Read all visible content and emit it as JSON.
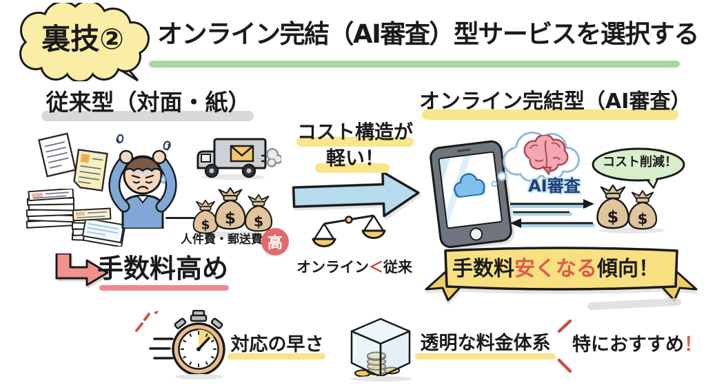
{
  "header": {
    "badge": "裏技②",
    "title": "オンライン完結（AI審査）型サービスを選択する"
  },
  "traditional": {
    "heading": "従来型（対面・紙）",
    "cost_label": "人件費・郵送費",
    "cost_badge": "高",
    "conclusion": "手数料高め"
  },
  "comparison": {
    "caption_line1": "コスト構造が",
    "caption_line2": "軽い！",
    "scale_left": "オンライン",
    "scale_operator": "＜",
    "scale_right": "従来"
  },
  "online": {
    "heading": "オンライン完結型（AI審査）",
    "ai_label": "AI審査",
    "speech_bubble": "コスト削減！",
    "banner": {
      "pre": "手数料",
      "highlight": "安くなる",
      "post": "傾向！"
    }
  },
  "benefits": {
    "speed": "対応の早さ",
    "transparency": "透明な料金体系",
    "recommendation": "特におすすめ",
    "recommendation_mark": "！"
  },
  "money": {
    "symbol": "$"
  },
  "colors": {
    "highlight_yellow": "#F9E58A",
    "underline_green": "#A8D6A1",
    "accent_pink": "#F0908D",
    "accent_red": "#E0584A",
    "arrow_blue": "#B5DBEC",
    "badge_red": "#E4696B",
    "banner_yellow": "#F7E07F",
    "bag_tan": "#DFC49C"
  }
}
